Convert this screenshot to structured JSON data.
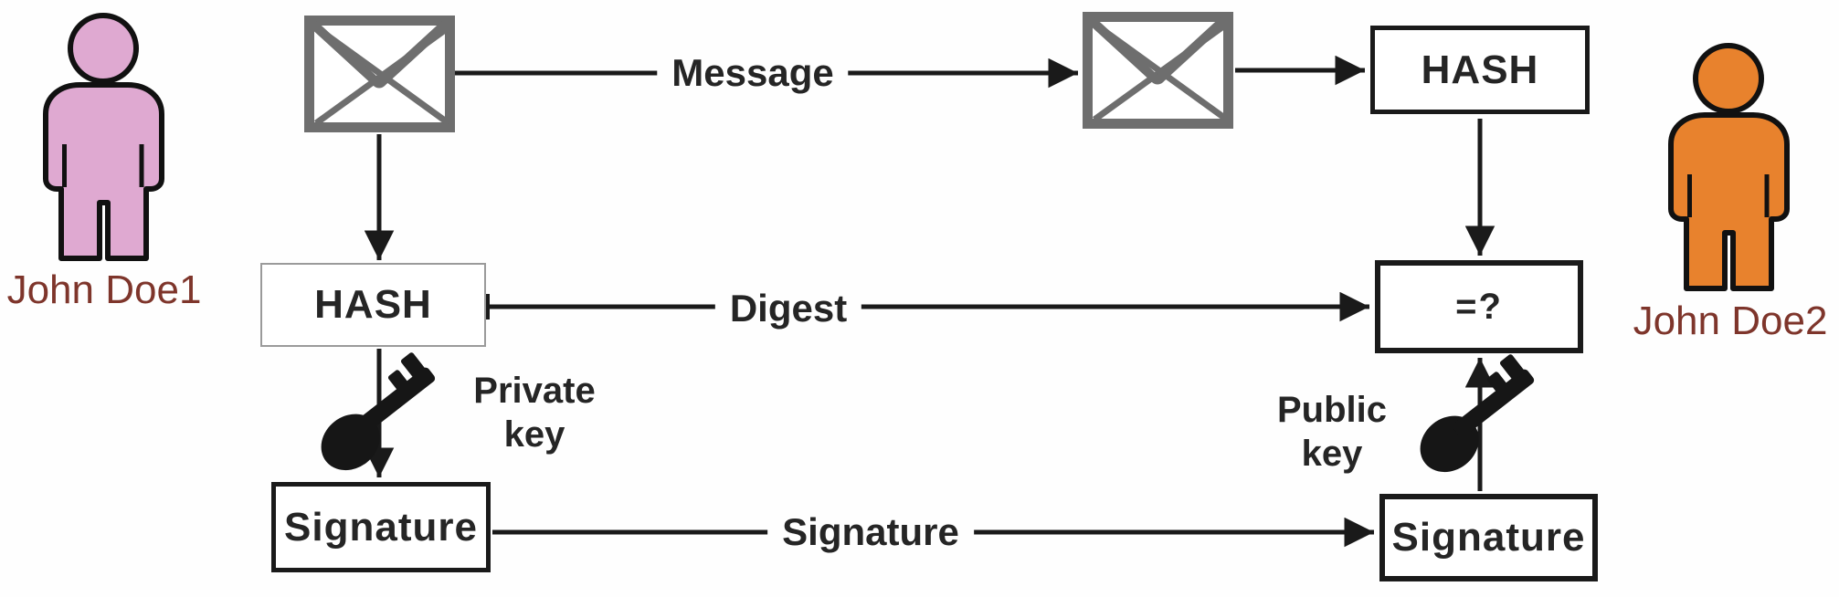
{
  "diagram": {
    "people": {
      "sender": {
        "name": "John Doe1",
        "fill": "#dfa9d1"
      },
      "receiver": {
        "name": "John Doe2",
        "fill": "#e8822d"
      }
    },
    "boxes": {
      "hash_sender": {
        "label": "HASH"
      },
      "hash_receiver": {
        "label": "HASH"
      },
      "compare": {
        "label": "=?"
      },
      "signature_sender": {
        "label": "Signature"
      },
      "signature_receiver": {
        "label": "Signature"
      }
    },
    "flows": {
      "message": {
        "label": "Message"
      },
      "digest": {
        "label": "Digest"
      },
      "signature": {
        "label": "Signature"
      }
    },
    "keys": {
      "private": {
        "label": "Private\nkey"
      },
      "public": {
        "label": "Public\nkey"
      }
    },
    "icons": {
      "sender_avatar": "person-icon",
      "receiver_avatar": "person-icon",
      "message_sent": "envelope-icon",
      "message_received": "envelope-icon",
      "signing_key": "key-icon",
      "verification_key": "key-icon"
    },
    "colors": {
      "line": "#1a1a1a",
      "envelope": "#6e6e6e",
      "key_icon": "#161616",
      "name_text": "#7e352b"
    }
  }
}
